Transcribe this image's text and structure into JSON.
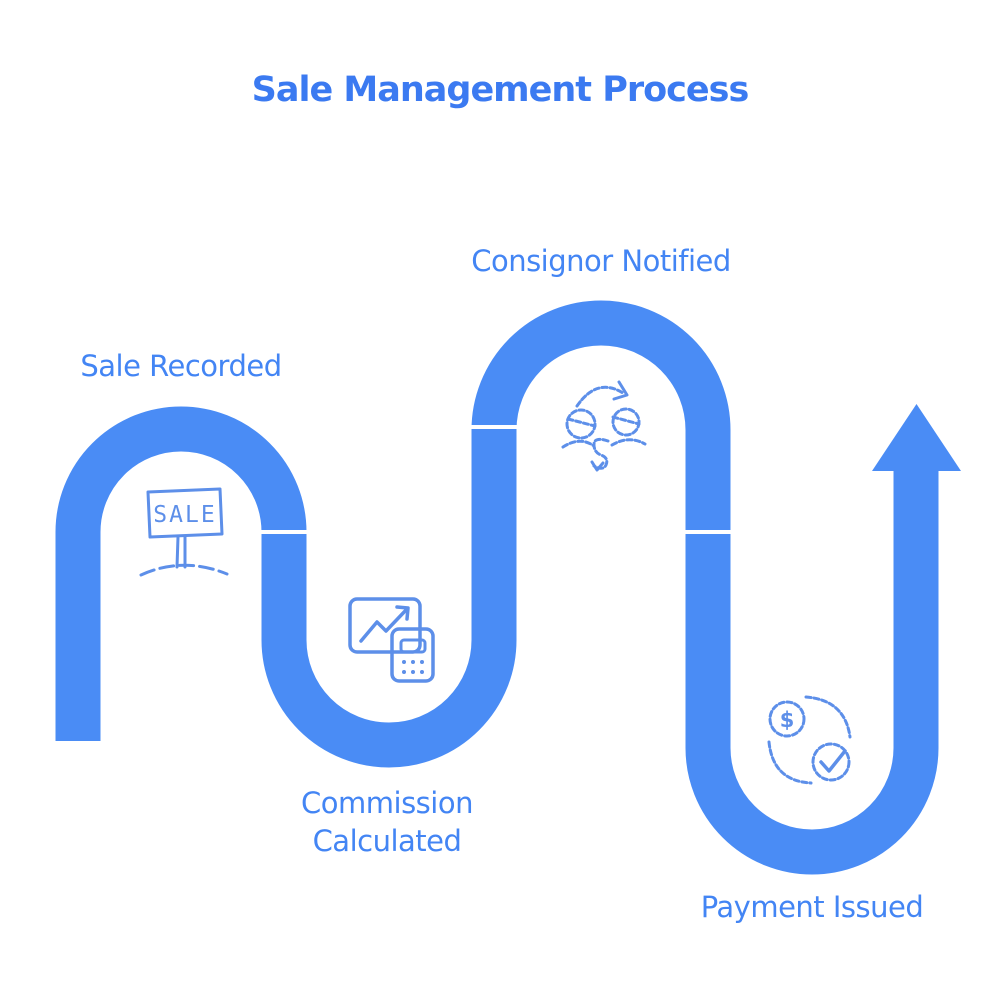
{
  "title": "Sale Management Process",
  "steps": [
    {
      "label": "Sale Recorded"
    },
    {
      "label": "Commission Calculated"
    },
    {
      "label": "Consignor Notified"
    },
    {
      "label": "Payment Issued"
    }
  ],
  "icon_texts": {
    "sale_sign": "SALE",
    "coin_dollar": "$"
  },
  "colors": {
    "ribbon": "#4a8cf5",
    "title_text": "#3b7af1",
    "step_label_text": "#4385f4",
    "icon_stroke": "#5d8fe9",
    "segment_divider": "#ffffff",
    "background": "#ffffff"
  }
}
